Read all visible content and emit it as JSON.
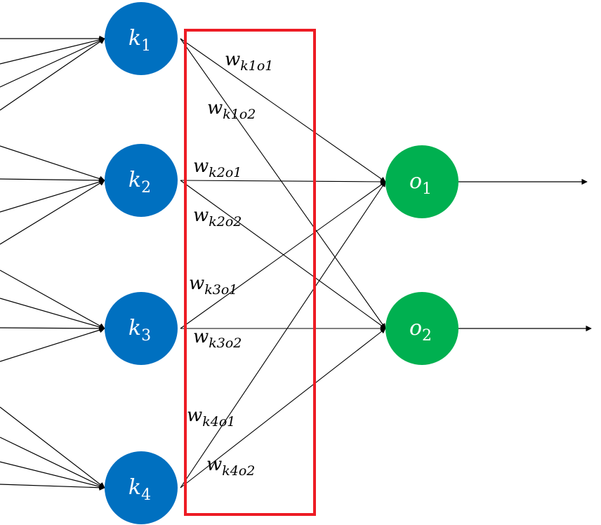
{
  "diagram": {
    "title": "",
    "colors": {
      "hidden_node": "#0070C0",
      "output_node": "#00B050",
      "highlight_box": "#ED1C24",
      "edge": "#000000",
      "node_text": "#FFFFFF"
    },
    "hidden_nodes": [
      {
        "id": "k1",
        "base": "k",
        "sub": "1",
        "incoming_edges": 4
      },
      {
        "id": "k2",
        "base": "k",
        "sub": "2",
        "incoming_edges": 4
      },
      {
        "id": "k3",
        "base": "k",
        "sub": "3",
        "incoming_edges": 4
      },
      {
        "id": "k4",
        "base": "k",
        "sub": "4",
        "incoming_edges": 4
      }
    ],
    "output_nodes": [
      {
        "id": "o1",
        "base": "o",
        "sub": "1",
        "outgoing_edges": 1
      },
      {
        "id": "o2",
        "base": "o",
        "sub": "2",
        "outgoing_edges": 1
      }
    ],
    "weights": [
      {
        "from": "k1",
        "to": "o1",
        "base": "w",
        "sub": "k1o1"
      },
      {
        "from": "k1",
        "to": "o2",
        "base": "w",
        "sub": "k1o2"
      },
      {
        "from": "k2",
        "to": "o1",
        "base": "w",
        "sub": "k2o1"
      },
      {
        "from": "k2",
        "to": "o2",
        "base": "w",
        "sub": "k2o2"
      },
      {
        "from": "k3",
        "to": "o1",
        "base": "w",
        "sub": "k3o1"
      },
      {
        "from": "k3",
        "to": "o2",
        "base": "w",
        "sub": "k3o2"
      },
      {
        "from": "k4",
        "to": "o1",
        "base": "w",
        "sub": "k4o1"
      },
      {
        "from": "k4",
        "to": "o2",
        "base": "w",
        "sub": "k4o2"
      }
    ],
    "highlight": "weights between hidden layer k and output layer o"
  }
}
